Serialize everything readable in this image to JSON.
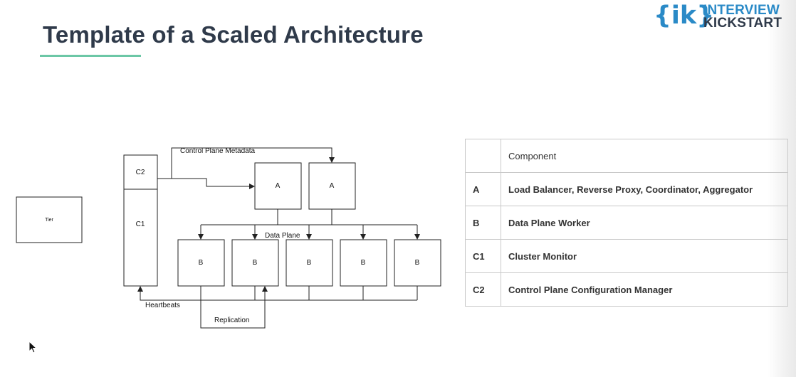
{
  "slide": {
    "title": "Template of a Scaled Architecture"
  },
  "logo": {
    "mark": "{ik}",
    "line1": "INTERVIEW",
    "line2": "KICKSTART"
  },
  "diagram": {
    "tier_label": "Tier",
    "c2_label": "C2",
    "c1_label": "C1",
    "a_labels": [
      "A",
      "A"
    ],
    "b_labels": [
      "B",
      "B",
      "B",
      "B",
      "B"
    ],
    "control_plane_metadata": "Control Plane Metadata",
    "data_plane": "Data Plane",
    "heartbeats": "Heartbeats",
    "replication": "Replication"
  },
  "legend": {
    "header": [
      "",
      "Component"
    ],
    "rows": [
      {
        "key": "A",
        "value": "Load Balancer, Reverse Proxy, Coordinator, Aggregator"
      },
      {
        "key": "B",
        "value": "Data Plane Worker"
      },
      {
        "key": "C1",
        "value": "Cluster Monitor"
      },
      {
        "key": "C2",
        "value": "Control Plane Configuration Manager"
      }
    ]
  }
}
